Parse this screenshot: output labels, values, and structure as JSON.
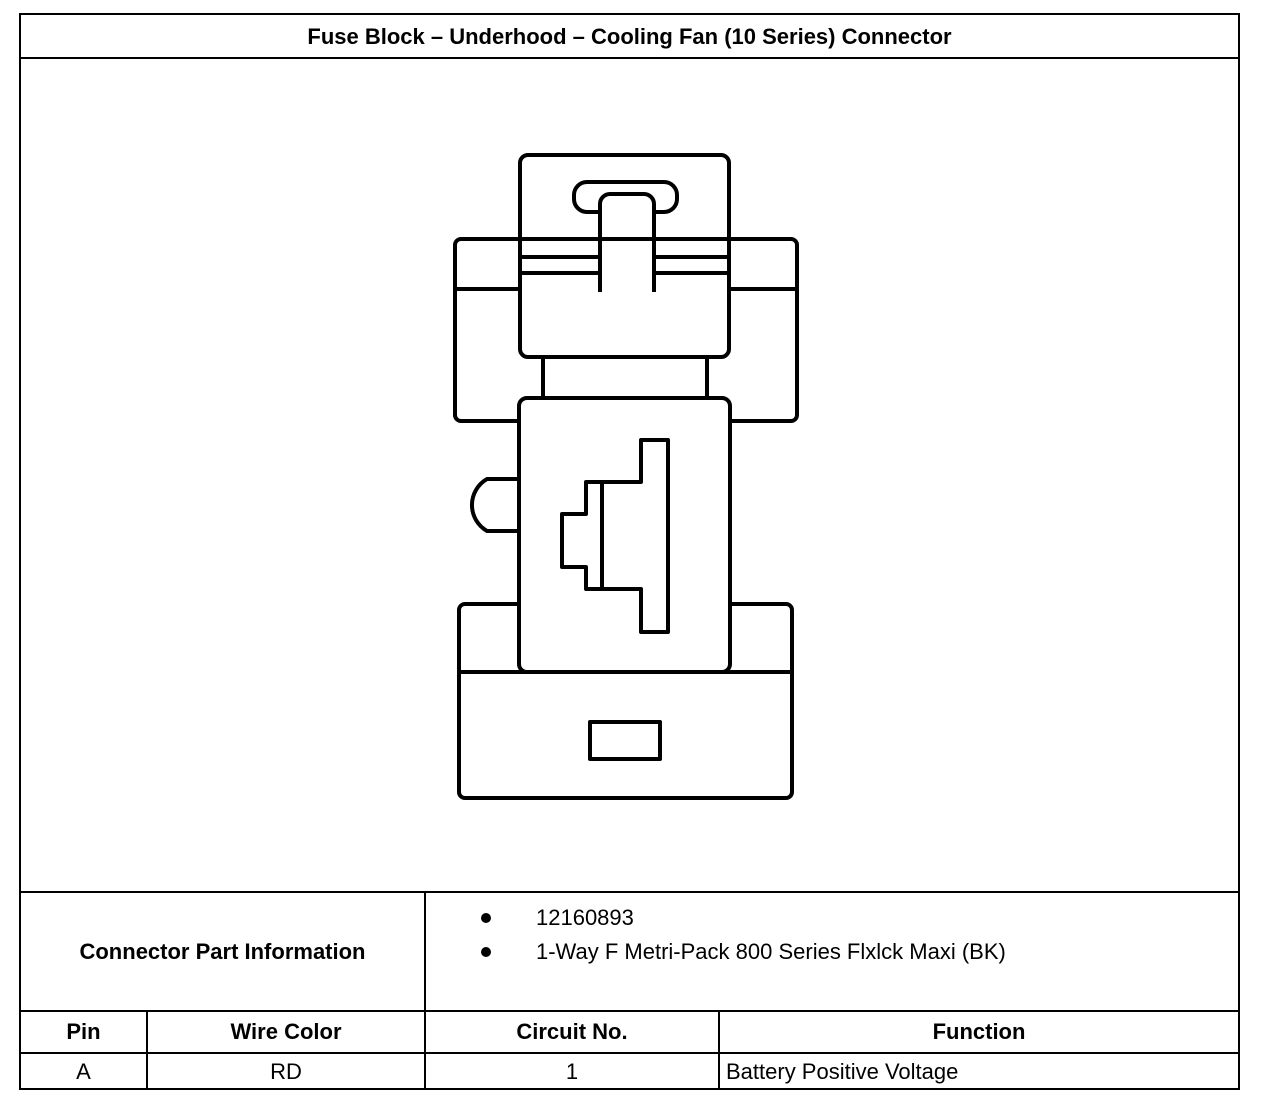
{
  "title": "Fuse Block – Underhood – Cooling Fan (10 Series) Connector",
  "connector_part_info": {
    "label": "Connector Part Information",
    "items": [
      "12160893",
      "1-Way F Metri-Pack 800 Series Flxlck Maxi (BK)"
    ]
  },
  "pin_table": {
    "headers": [
      "Pin",
      "Wire Color",
      "Circuit No.",
      "Function"
    ],
    "rows": [
      [
        "A",
        "RD",
        "1",
        "Battery Positive Voltage"
      ]
    ]
  }
}
